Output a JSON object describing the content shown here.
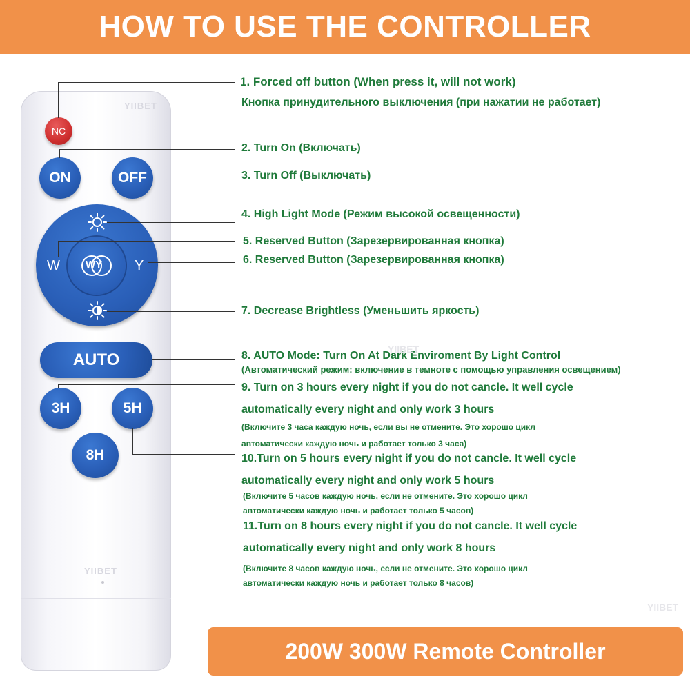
{
  "header": {
    "title": "HOW TO USE THE CONTROLLER"
  },
  "remote": {
    "brand_top": "YIIBET",
    "brand_bottom": "YIIBET",
    "buttons": {
      "nc": "NC",
      "on": "ON",
      "off": "OFF",
      "w": "W",
      "y": "Y",
      "wy": "WY",
      "auto": "AUTO",
      "h3": "3H",
      "h5": "5H",
      "h8": "8H"
    }
  },
  "descriptions": {
    "d1_en": "1. Forced off button (When press it, will not work)",
    "d1_ru": "Кнопка принудительного выключения (при нажатии не работает)",
    "d2": "2. Turn On  (Включать)",
    "d3": "3. Turn Off (Выключать)",
    "d4": "4. High Light Mode (Режим высокой освещенности)",
    "d5": "5. Reserved Button (Зарезервированная кнопка)",
    "d6": "6. Reserved Button (Зарезервированная кнопка)",
    "d7": "7. Decrease Brightless (Уменьшить яркость)",
    "d8_en": "8. AUTO Mode: Turn On At Dark Enviroment By Light Control",
    "d8_ru": "(Автоматический режим: включение в темноте с помощью управления освещением)",
    "d9_en1": "9. Turn on 3 hours every night if you do not cancle. It well cycle",
    "d9_en2": "automatically every night and only work 3 hours",
    "d9_ru1": "(Включите 3 часа каждую ночь, если вы не отмените. Это хорошо цикл",
    "d9_ru2": "автоматически каждую ночь и работает только 3 часа)",
    "d10_en1": "10.Turn on 5 hours every night if you do not cancle. It well cycle",
    "d10_en2": "automatically every night and only work 5 hours",
    "d10_ru1": "(Включите 5 часов каждую ночь, если не отмените. Это хорошо цикл",
    "d10_ru2": "автоматически каждую ночь и работает только 5 часов)",
    "d11_en1": "11.Turn on 8 hours every night if you do not cancle. It well cycle",
    "d11_en2": "automatically every night and only work 8 hours",
    "d11_ru1": "(Включите 8 часов каждую ночь, если не отмените. Это хорошо цикл",
    "d11_ru2": "автоматически каждую ночь и работает только 8 часов)"
  },
  "watermarks": {
    "center": "YIIBET",
    "right": "YIIBET"
  },
  "footer": {
    "title": "200W 300W Remote Controller"
  },
  "colors": {
    "accent": "#f19149",
    "button_blue": "#2a5fb8",
    "nc_red": "#cf2f2f",
    "text_green": "#1f7a3a"
  },
  "icons": {
    "high_light": "sun-icon",
    "decrease": "half-sun-icon"
  }
}
